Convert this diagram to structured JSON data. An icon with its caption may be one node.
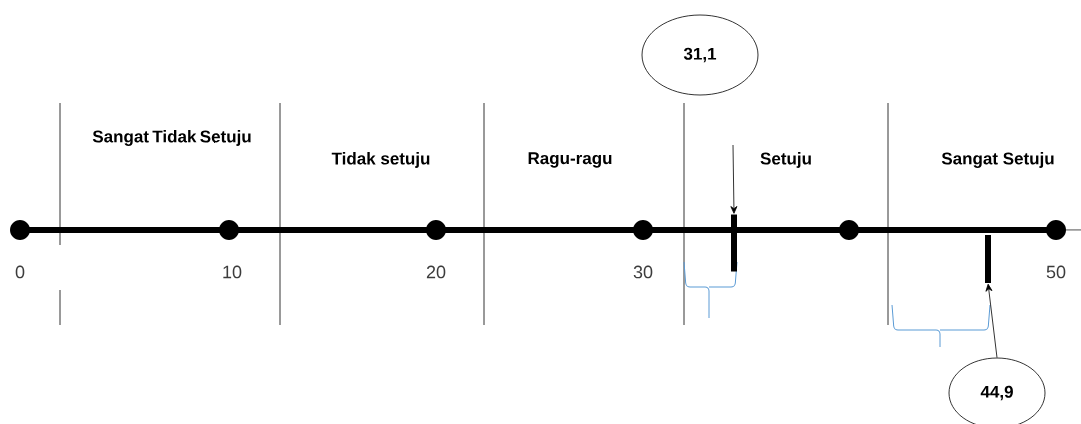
{
  "diagram": {
    "nodes": [
      {
        "text": [
          "31,1"
        ]
      },
      {
        "text": [
          "44,9"
        ]
      },
      {
        "text": [],
        "shape": "bar"
      },
      {
        "text": [],
        "shape": "bar"
      }
    ],
    "edges": [
      {
        "from": null,
        "to": 2,
        "arrow": "to"
      },
      {
        "from": 1,
        "to": 3,
        "arrow": "to"
      }
    ],
    "labels": [
      "Sangat Tidak Setuju",
      "Tidak setuju",
      "Ragu-ragu",
      "Setuju",
      "Sangat Setuju",
      "0",
      "10",
      "20",
      "30",
      "50"
    ]
  }
}
